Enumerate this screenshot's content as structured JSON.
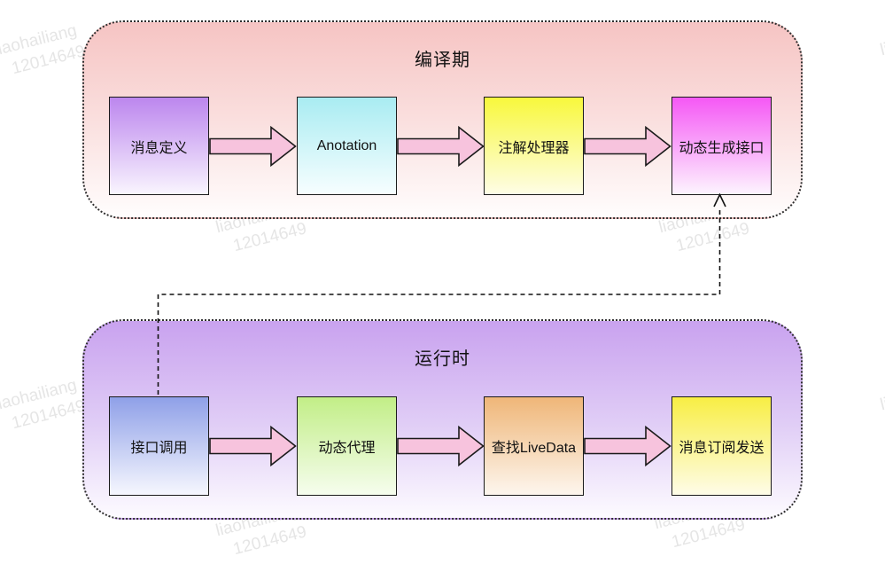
{
  "watermark": {
    "line1": "liaohailiang",
    "line2": "12014649"
  },
  "compile_phase": {
    "title": "编译期",
    "nodes": [
      {
        "label": "消息定义",
        "top_color": "#bc86ee"
      },
      {
        "label": "Anotation",
        "top_color": "#a9ecf2"
      },
      {
        "label": "注解处理器",
        "top_color": "#f8f83c"
      },
      {
        "label": "动态生成接口",
        "top_color": "#f558f5"
      }
    ]
  },
  "runtime_phase": {
    "title": "运行时",
    "nodes": [
      {
        "label": "接口调用",
        "top_color": "#8fa0e8"
      },
      {
        "label": "动态代理",
        "top_color": "#c2ee87"
      },
      {
        "label": "查找LiveData",
        "top_color": "#efb678"
      },
      {
        "label": "消息订阅发送",
        "top_color": "#f8ee44"
      }
    ]
  },
  "connector": {
    "from": "接口调用",
    "to": "动态生成接口",
    "style": "dashed",
    "direction": "up"
  },
  "colors": {
    "compile_panel_top": "#f6c4c3",
    "runtime_panel_top": "#c9a2ef",
    "arrow_fill": "#f7c3dd",
    "outline": "#1a1a1a",
    "watermark_gray": "#e9e9e9"
  }
}
